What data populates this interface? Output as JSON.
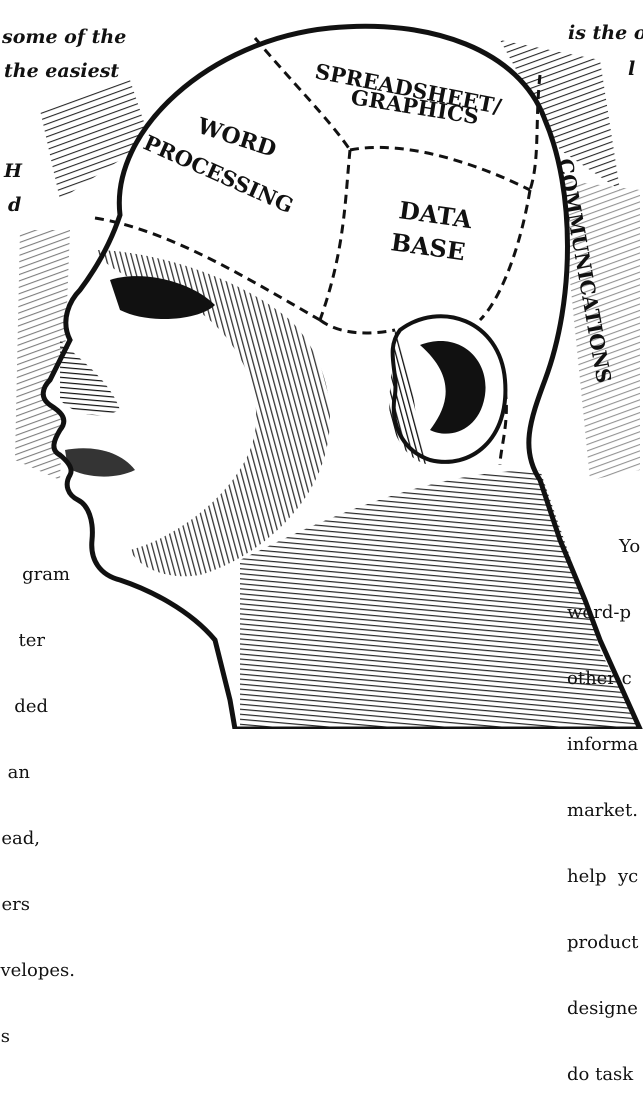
{
  "top_left_lines": [
    "some of the",
    "the easiest"
  ],
  "top_right_lines": [
    "is the on",
    "l"
  ],
  "left_fragments": [
    "H",
    "d"
  ],
  "left_body_lines": [
    "gram",
    "ter",
    "ded",
    "an",
    "ead,",
    "ers",
    "velopes.",
    "s"
  ],
  "right_body_lines": [
    "Yo",
    "word-p",
    "other c",
    "informa",
    "market.",
    "help  yc",
    "product",
    "designe",
    "do task"
  ],
  "regions": {
    "word_processing": [
      "WORD",
      "PROCESSING"
    ],
    "spreadsheet_graphics": [
      "SPREADSHEET/",
      "GRAPHICS"
    ],
    "database": [
      "DATA",
      "BASE"
    ],
    "communications": "COMMUNICATIONS"
  }
}
